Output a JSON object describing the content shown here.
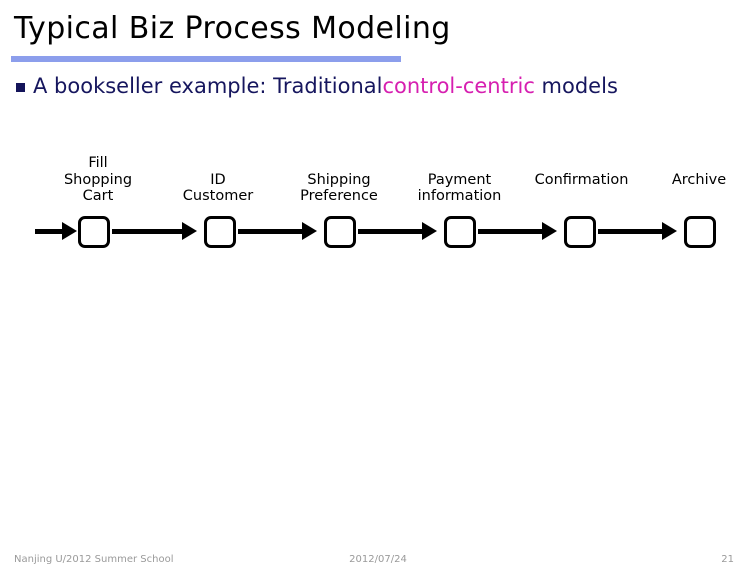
{
  "slide": {
    "title": "Typical Biz Process Modeling",
    "accent_rule_color": "#8c9eec",
    "bullet": {
      "marker": "square-bullet",
      "text_before": "A bookseller example: Traditional ",
      "accent_text": "control-centric",
      "text_after": " models",
      "text_color": "#16165e",
      "accent_color": "#d61fb0"
    }
  },
  "diagram": {
    "type": "linear-process-flow",
    "stroke_color": "#000000",
    "node_fill": "#ffffff",
    "nodes": [
      {
        "label": "Fill\nShopping\nCart"
      },
      {
        "label": "ID\nCustomer"
      },
      {
        "label": "Shipping\nPreference"
      },
      {
        "label": "Payment\ninformation"
      },
      {
        "label": "Confirmation"
      },
      {
        "label": "Archive"
      }
    ]
  },
  "footer": {
    "left": "Nanjing U/2012 Summer School",
    "center": "2012/07/24",
    "page_number": "21"
  }
}
